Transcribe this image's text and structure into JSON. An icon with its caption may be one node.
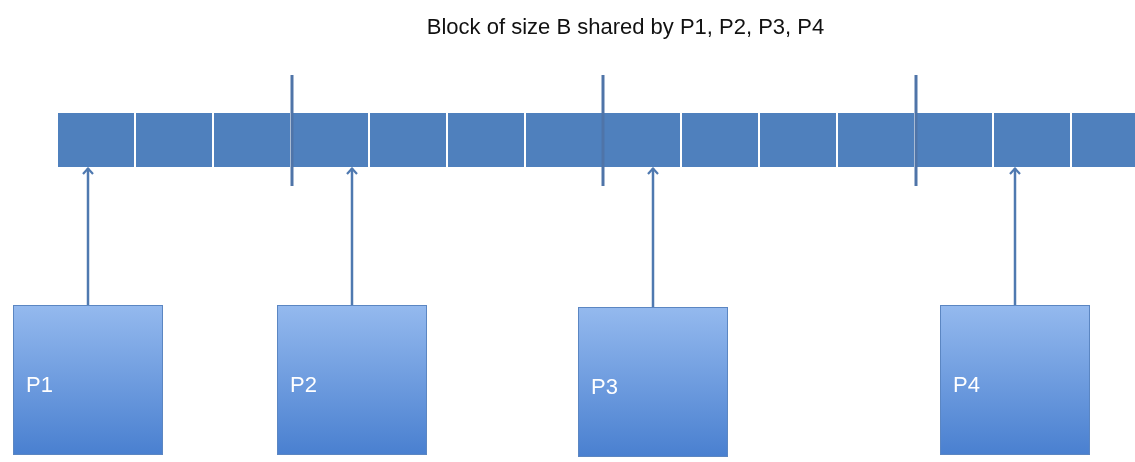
{
  "diagram": {
    "title": "Block of size B shared by P1, P2, P3, P4",
    "nodes": [
      {
        "text": [],
        "shape": "box"
      },
      {
        "text": [],
        "shape": "box"
      },
      {
        "text": [],
        "shape": "box"
      },
      {
        "text": [],
        "shape": "box"
      },
      {
        "text": [],
        "shape": "box"
      },
      {
        "text": [],
        "shape": "box"
      },
      {
        "text": [],
        "shape": "box"
      },
      {
        "text": [],
        "shape": "box"
      },
      {
        "text": [],
        "shape": "box"
      },
      {
        "text": [],
        "shape": "box"
      },
      {
        "text": [],
        "shape": "box"
      },
      {
        "text": [],
        "shape": "box"
      },
      {
        "text": [],
        "shape": "box"
      },
      {
        "text": [],
        "shape": "box"
      },
      {
        "text": [
          "P1"
        ]
      },
      {
        "text": [
          "P2"
        ]
      },
      {
        "text": [
          "P3"
        ]
      },
      {
        "text": [
          "P4"
        ]
      }
    ],
    "edges": [
      {
        "from": 14,
        "to": 0,
        "arrow": "to"
      },
      {
        "from": 15,
        "to": 3,
        "arrow": "to"
      },
      {
        "from": 16,
        "to": 7,
        "arrow": "to"
      },
      {
        "from": 17,
        "to": 12,
        "arrow": "to"
      }
    ]
  }
}
